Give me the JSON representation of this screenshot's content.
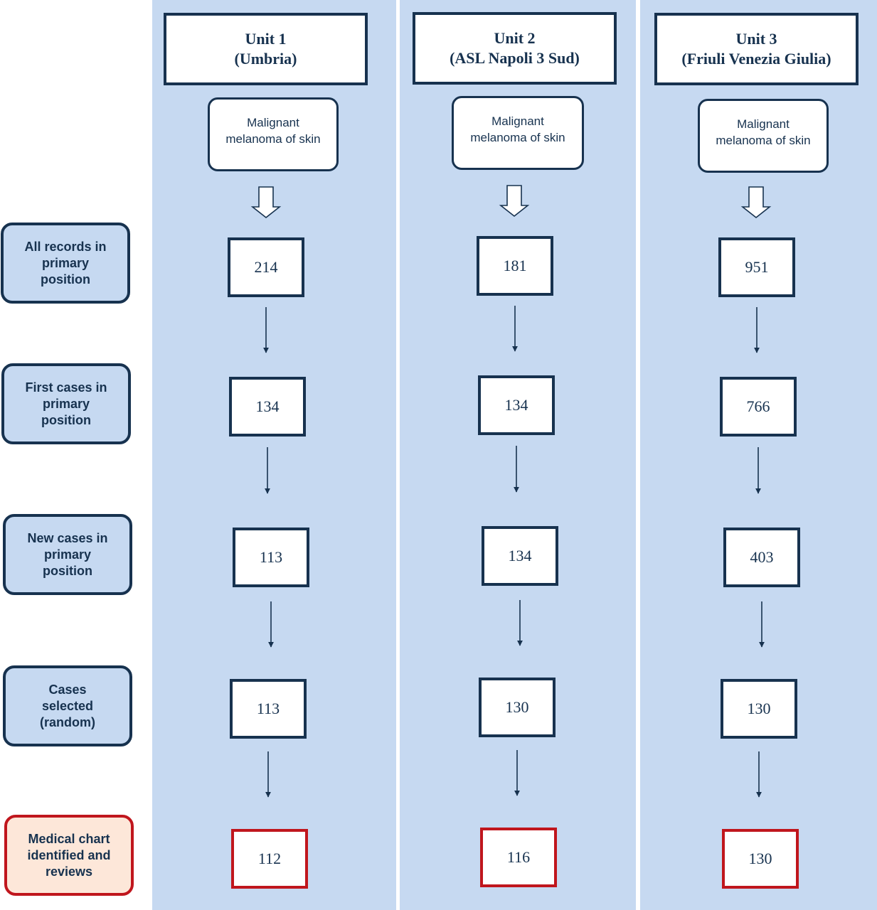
{
  "stages": [
    {
      "lines": [
        "All records in",
        "primary",
        "position"
      ]
    },
    {
      "lines": [
        "First cases in",
        "primary",
        "position"
      ]
    },
    {
      "lines": [
        "New cases in",
        "primary",
        "position"
      ]
    },
    {
      "lines": [
        "Cases",
        "selected",
        "(random)"
      ]
    },
    {
      "lines": [
        "Medical chart",
        "identified and",
        "reviews"
      ]
    }
  ],
  "units": [
    {
      "title_line1": "Unit 1",
      "title_line2": "(Umbria)",
      "diagnosis_line1": "Malignant",
      "diagnosis_line2": "melanoma of skin",
      "counts": [
        "214",
        "134",
        "113",
        "113",
        "112"
      ]
    },
    {
      "title_line1": "Unit 2",
      "title_line2": "(ASL Napoli 3 Sud)",
      "diagnosis_line1": "Malignant",
      "diagnosis_line2": "melanoma of skin",
      "counts": [
        "181",
        "134",
        "134",
        "130",
        "116"
      ]
    },
    {
      "title_line1": "Unit 3",
      "title_line2": "(Friuli Venezia Giulia)",
      "diagnosis_line1": "Malignant",
      "diagnosis_line2": "melanoma of skin",
      "counts": [
        "951",
        "766",
        "403",
        "130",
        "130"
      ]
    }
  ],
  "colors": {
    "column_fill": "#c6d9f1",
    "border_navy": "#17324f",
    "border_red": "#c0161d",
    "final_stage_fill": "#fde7d9"
  }
}
